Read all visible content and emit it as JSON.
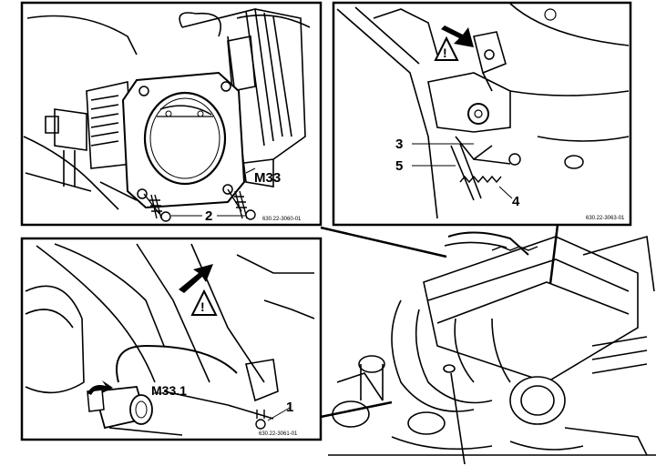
{
  "panels": {
    "throttle_body": {
      "labels": {
        "component": "M33",
        "screws": "2"
      },
      "ref": "630.22-3060-01"
    },
    "linkage": {
      "labels": {
        "part_3": "3",
        "part_4": "4",
        "part_5": "5"
      },
      "warning_symbol": "!",
      "ref": "630.22-3063-01"
    },
    "connector": {
      "labels": {
        "component": "M33.1",
        "bolt": "1"
      },
      "warning_symbol": "!",
      "ref": "630.22-3061-01"
    },
    "engine_overview": {}
  }
}
